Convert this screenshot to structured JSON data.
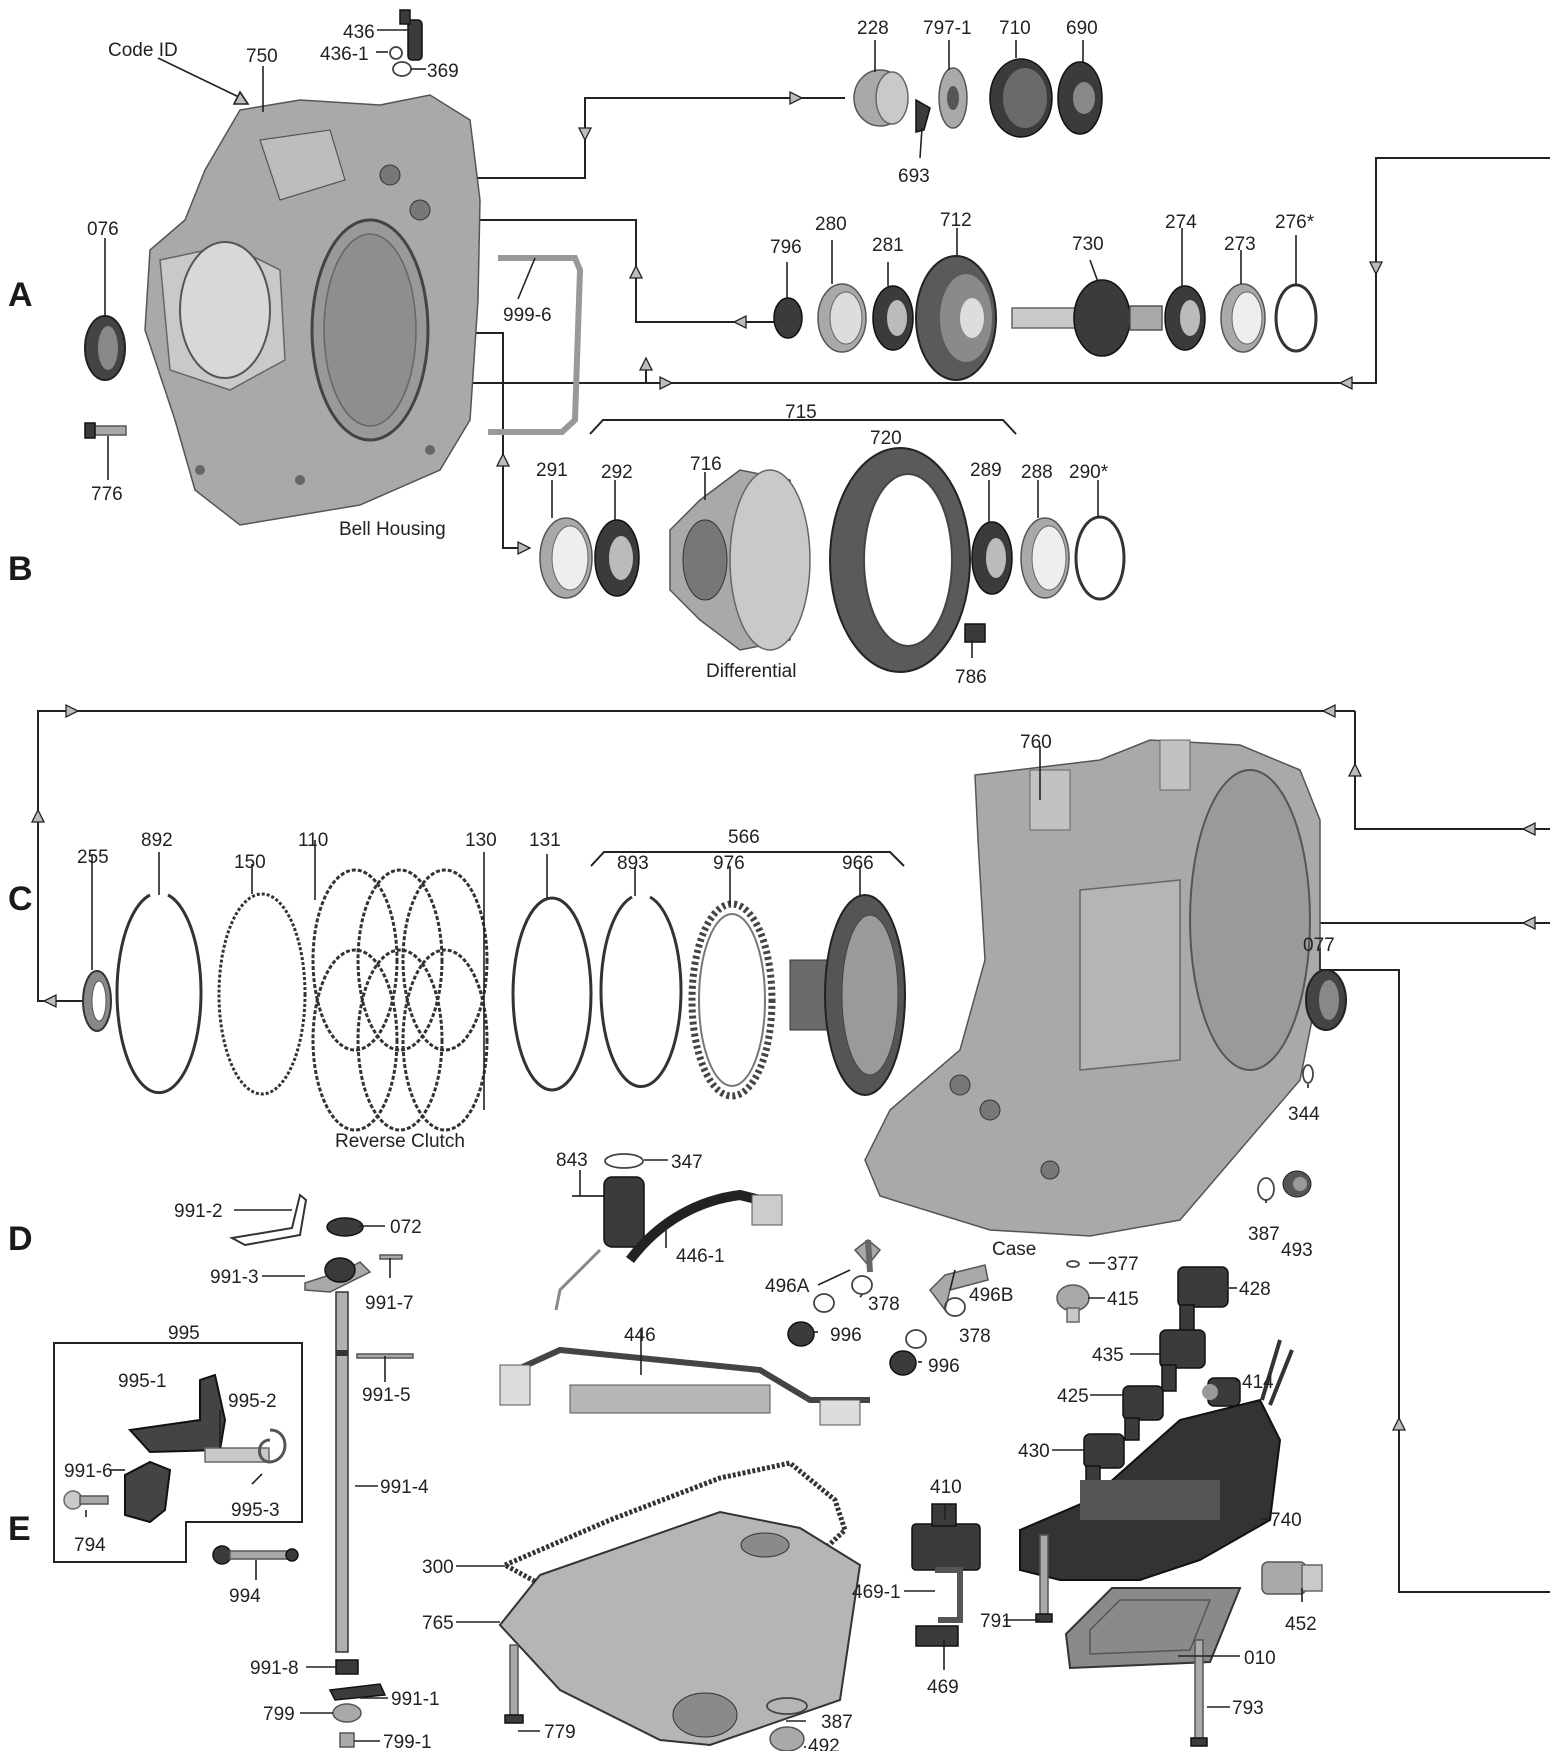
{
  "sections": [
    "A",
    "B",
    "C",
    "D",
    "E"
  ],
  "captions": {
    "code_id": "Code ID",
    "bell_housing": "Bell Housing",
    "differential": "Differential",
    "reverse_clutch": "Reverse Clutch",
    "case": "Case"
  },
  "parts": {
    "p436": "436",
    "p436_1": "436-1",
    "p369": "369",
    "p750": "750",
    "p228": "228",
    "p797_1": "797-1",
    "p710": "710",
    "p690": "690",
    "p693": "693",
    "p076": "076",
    "p776": "776",
    "p999_6": "999-6",
    "p796": "796",
    "p280": "280",
    "p281": "281",
    "p712": "712",
    "p730": "730",
    "p274": "274",
    "p273": "273",
    "p276": "276*",
    "p715": "715",
    "p720": "720",
    "p291": "291",
    "p292": "292",
    "p716": "716",
    "p289": "289",
    "p288": "288",
    "p290": "290*",
    "p786": "786",
    "p760": "760",
    "p255": "255",
    "p892": "892",
    "p150": "150",
    "p110": "110",
    "p130": "130",
    "p131": "131",
    "p566": "566",
    "p893": "893",
    "p976": "976",
    "p966": "966",
    "p077": "077",
    "p344": "344",
    "p387": "387",
    "p493": "493",
    "p843": "843",
    "p347": "347",
    "p446_1": "446-1",
    "p446": "446",
    "p496a": "496A",
    "p378": "378",
    "p996": "996",
    "p496b": "496B",
    "p377": "377",
    "p415": "415",
    "p428": "428",
    "p435": "435",
    "p414": "414",
    "p425": "425",
    "p430": "430",
    "p740": "740",
    "p452": "452",
    "p410": "410",
    "p469_1": "469-1",
    "p469": "469",
    "p791": "791",
    "p010": "010",
    "p793": "793",
    "p300": "300",
    "p765": "765",
    "p779": "779",
    "p492": "492",
    "p991_2": "991-2",
    "p072": "072",
    "p991_3": "991-3",
    "p991_7": "991-7",
    "p991_5": "991-5",
    "p991_4": "991-4",
    "p995": "995",
    "p995_1": "995-1",
    "p995_2": "995-2",
    "p991_6": "991-6",
    "p995_3": "995-3",
    "p794": "794",
    "p994": "994",
    "p991_8": "991-8",
    "p991_1": "991-1",
    "p799": "799",
    "p799_1": "799-1"
  },
  "colors": {
    "metal": "#a9a9a9",
    "dark_part": "#3b3b3b",
    "arrow_head": "#bcbcbc"
  }
}
